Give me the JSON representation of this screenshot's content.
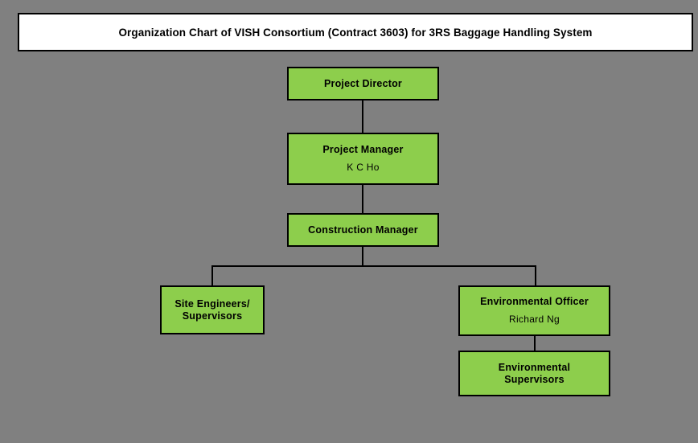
{
  "chart_data": {
    "type": "diagram",
    "diagram_type": "organization-chart",
    "title": "Organization Chart of VISH Consortium (Contract 3603) for 3RS Baggage Handling System",
    "colors": {
      "background": "#808080",
      "node_fill": "#8DCE4C",
      "node_border": "#000000",
      "title_fill": "#FFFFFF",
      "connector": "#000000",
      "text": "#000000"
    },
    "nodes": [
      {
        "id": "project-director",
        "role": "Project Director",
        "person": ""
      },
      {
        "id": "project-manager",
        "role": "Project Manager",
        "person": "K C Ho"
      },
      {
        "id": "construction-manager",
        "role": "Construction Manager",
        "person": ""
      },
      {
        "id": "site-engineers",
        "role": "Site Engineers/\nSupervisors",
        "person": ""
      },
      {
        "id": "environmental-officer",
        "role": "Environmental Officer",
        "person": "Richard Ng"
      },
      {
        "id": "environmental-supervisors",
        "role": "Environmental\nSupervisors",
        "person": ""
      }
    ],
    "edges": [
      {
        "from": "project-director",
        "to": "project-manager"
      },
      {
        "from": "project-manager",
        "to": "construction-manager"
      },
      {
        "from": "construction-manager",
        "to": "site-engineers"
      },
      {
        "from": "construction-manager",
        "to": "environmental-officer"
      },
      {
        "from": "environmental-officer",
        "to": "environmental-supervisors"
      }
    ]
  },
  "title": {
    "text": "Organization Chart of VISH Consortium (Contract 3603) for 3RS Baggage Handling System"
  },
  "nodes": {
    "project_director": {
      "role": "Project Director",
      "person": ""
    },
    "project_manager": {
      "role": "Project Manager",
      "person": "K C Ho"
    },
    "construction_manager": {
      "role": "Construction Manager",
      "person": ""
    },
    "site_engineers": {
      "role": "Site Engineers/\nSupervisors",
      "person": ""
    },
    "environmental_officer": {
      "role": "Environmental Officer",
      "person": "Richard Ng"
    },
    "environmental_supervisors": {
      "role": "Environmental\nSupervisors",
      "person": ""
    }
  }
}
